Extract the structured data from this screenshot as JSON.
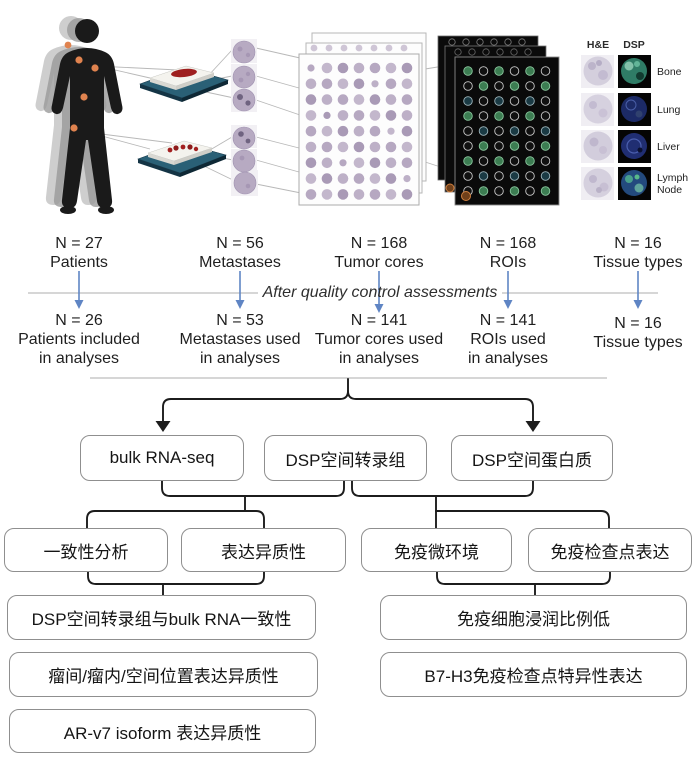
{
  "tissue_panel": {
    "col1": "H&E",
    "col2": "DSP",
    "rows": [
      {
        "line1": "Bone",
        "line2": ""
      },
      {
        "line1": "Lung",
        "line2": ""
      },
      {
        "line1": "Liver",
        "line2": ""
      },
      {
        "line1": "Lymph",
        "line2": "Node"
      }
    ]
  },
  "qc_note": "After quality control assessments",
  "cohort": [
    {
      "before": [
        "N = 27",
        "Patients"
      ],
      "after": [
        "N = 26",
        "Patients included",
        "in analyses"
      ]
    },
    {
      "before": [
        "N = 56",
        "Metastases"
      ],
      "after": [
        "N = 53",
        "Metastases used",
        "in analyses"
      ]
    },
    {
      "before": [
        "N = 168",
        "Tumor cores"
      ],
      "after": [
        "N = 141",
        "Tumor cores used",
        "in analyses"
      ]
    },
    {
      "before": [
        "N = 168",
        "ROIs"
      ],
      "after": [
        "N = 141",
        "ROIs used",
        "in analyses"
      ]
    },
    {
      "before": [
        "N = 16",
        "Tissue types"
      ],
      "after": [
        "N = 16",
        "Tissue types"
      ]
    }
  ],
  "flowchart": {
    "assays": [
      "bulk RNA-seq",
      "DSP空间转录组",
      "DSP空间蛋白质"
    ],
    "analyses": [
      "一致性分析",
      "表达异质性",
      "免疫微环境",
      "免疫检查点表达"
    ],
    "findings": [
      "DSP空间转录组与bulk RNA一致性",
      "免疫细胞浸润比例低",
      "瘤间/瘤内/空间位置表达异质性",
      "B7-H3免疫检查点特异性表达",
      "AR-v7 isoform 表达异质性"
    ]
  },
  "colors": {
    "arrow_blue": "#5f85c4",
    "rule_gray": "#bdbdbd",
    "connector_black": "#1c1c1c",
    "metastasis_orange": "#e0834f"
  }
}
